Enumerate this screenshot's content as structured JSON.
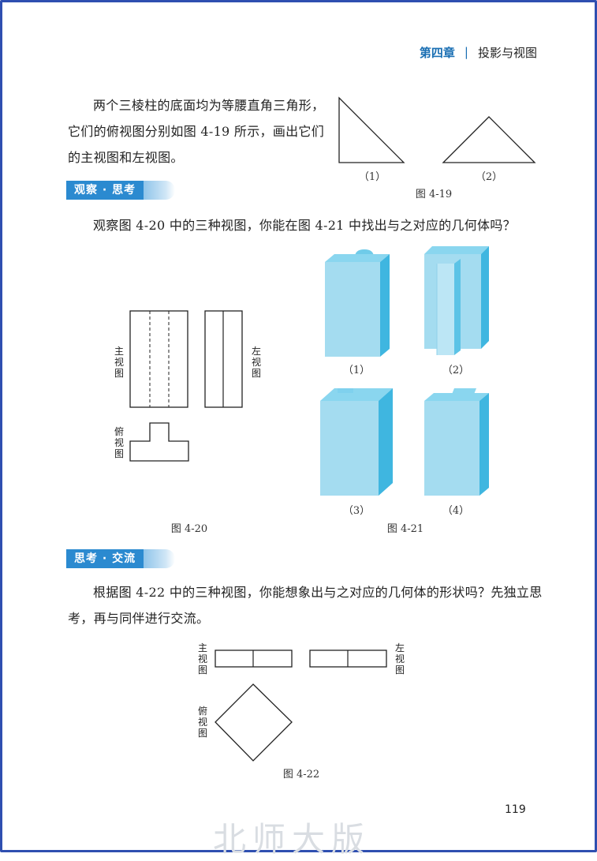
{
  "header": {
    "chapter_num": "第四章",
    "separator": "|",
    "chapter_title": "投影与视图"
  },
  "exercise": {
    "text": "两个三棱柱的底面均为等腰直角三角形，它们的俯视图分别如图 4-19 所示，画出它们的主视图和左视图。"
  },
  "fig_4_19": {
    "sub1": "（1）",
    "sub2": "（2）",
    "caption": "图 4-19"
  },
  "section1": {
    "tag": "观察 · 思考",
    "text": "观察图 4-20 中的三种视图，你能在图 4-21 中找出与之对应的几何体吗？"
  },
  "fig_4_20": {
    "front_label": "主视图",
    "left_label": "左视图",
    "top_label": "俯视图",
    "caption": "图 4-20"
  },
  "fig_4_21": {
    "sub1": "（1）",
    "sub2": "（2）",
    "sub3": "（3）",
    "sub4": "（4）",
    "caption": "图 4-21"
  },
  "section2": {
    "tag": "思考 · 交流",
    "text": "根据图 4-22 中的三种视图，你能想象出与之对应的几何体的形状吗？先独立思考，再与同伴进行交流。"
  },
  "fig_4_22": {
    "front_label": "主视图",
    "left_label": "左视图",
    "top_label": "俯视图",
    "caption": "图 4-22"
  },
  "footer": {
    "page_number": "119",
    "watermark": "北师大版"
  },
  "colors": {
    "accent": "#2b8ad0",
    "solid_face": "#a4dcf0",
    "solid_side": "#3fb6e0",
    "border": "#2f4fb0"
  }
}
